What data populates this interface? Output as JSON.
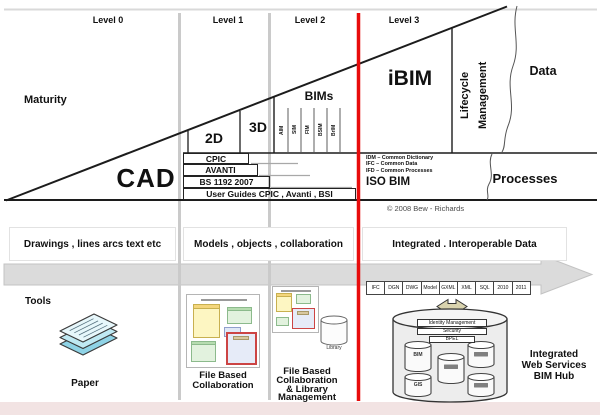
{
  "levels": [
    "Level 0",
    "Level 1",
    "Level 2",
    "Level 3"
  ],
  "wedge": {
    "maturity": "Maturity",
    "cad": "CAD",
    "dim2": "2D",
    "dim3": "3D",
    "bims": "BIMs",
    "bim_columns": [
      "AIM",
      "SIM",
      "FIM",
      "BSIM",
      "BrIM"
    ],
    "ibim": "iBIM",
    "lifecycle_lines": [
      "Lifecycle",
      "Management"
    ],
    "data": "Data",
    "processes": "Processes"
  },
  "standards": {
    "rows": [
      "CPIC",
      "AVANTI",
      "BS 1192  2007"
    ],
    "user_guides": "User Guides CPIC , Avanti , BSI",
    "iso_lines": [
      "IDM – Common Dictionary",
      "IFC – Common Data",
      "IFD – Common Processes"
    ],
    "iso_bim": "ISO BIM"
  },
  "copyright": "©  2008 Bew - Richards",
  "descriptions": [
    "Drawings ,  lines arcs text etc",
    "Models ,  objects ,  collaboration",
    "Integrated .  Interoperable Data"
  ],
  "tools": {
    "title": "Tools",
    "paper": "Paper",
    "panel_file_based": [
      "File Based",
      "Collaboration"
    ],
    "panel_library": [
      "File Based",
      "Collaboration",
      "& Library",
      "Management"
    ],
    "library": "Library"
  },
  "hub": {
    "formats": [
      "IFC",
      "DGN",
      "DWG",
      "Model",
      "GXML",
      "XML",
      "SQL",
      "2010",
      "2011"
    ],
    "stack": [
      "Identity Management",
      "Security",
      "BPEL"
    ],
    "cylinders": [
      "BIM",
      "GIS"
    ],
    "label_lines": [
      "Integrated",
      "Web Services",
      "BIM Hub"
    ]
  },
  "colors": {
    "milestone_red": "#e80c0c",
    "divider_gray": "#cacaca",
    "arrow_gray": "#dbdbdb",
    "paper_blue": "#bfe9f3"
  }
}
